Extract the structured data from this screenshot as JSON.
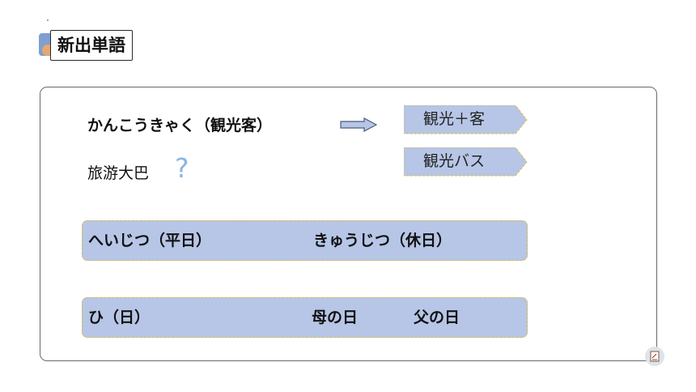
{
  "section_title": "新出単語",
  "vocab_word": "かんこうきゃく（観光客）",
  "tags": [
    "観光＋客",
    "観光バス"
  ],
  "chinese_equivalent": "旅游大巴",
  "question_mark": "?",
  "band_1": {
    "left": "へいじつ（平日）",
    "right": "きゅうじつ（休日）"
  },
  "band_2": {
    "left": "ひ（日）",
    "middle": "母の日",
    "right": "父の日"
  },
  "colors": {
    "band_fill": "#b7c6e6",
    "band_border": "#d8bb45",
    "tag_fill": "#b7c6e6",
    "question_mark": "#8ab6e2"
  },
  "icons": {
    "arrow": "right-arrow-icon",
    "corner": "note-icon"
  }
}
